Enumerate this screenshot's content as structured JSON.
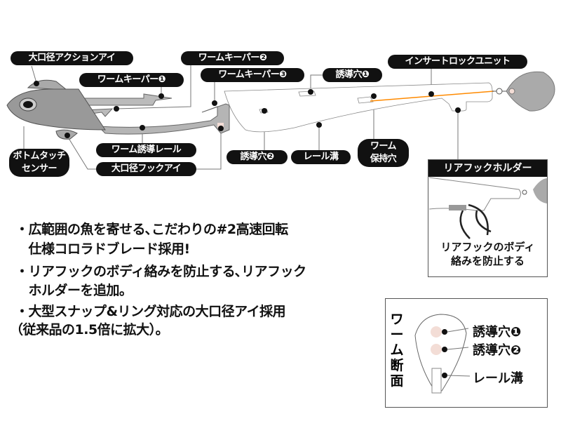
{
  "labels": {
    "action_eye": "大口径アクションアイ",
    "keeper1": "ワームキーパー❶",
    "keeper2": "ワームキーパー❷",
    "keeper3": "ワームキーパー❸",
    "guide_hole1": "誘導穴❶",
    "insert_lock": "インサートロックユニット",
    "bottom_touch_l1": "ボトムタッチ",
    "bottom_touch_l2": "センサー",
    "guide_rail": "ワーム誘導レール",
    "hook_eye": "大口径フックアイ",
    "guide_hole2": "誘導穴❷",
    "rail_groove": "レール溝",
    "hold_hole_l1": "ワーム",
    "hold_hole_l2": "保持穴"
  },
  "rear_hook_box": {
    "title": "リアフックホルダー",
    "caption_l1": "リアフックのボディ",
    "caption_l2": "絡みを防止する"
  },
  "section_box": {
    "title_chars": [
      "ワ",
      "ー",
      "ム",
      "断",
      "面"
    ],
    "hole1": "誘導穴❶",
    "hole2": "誘導穴❷",
    "groove": "レール溝"
  },
  "features": [
    "・広範囲の魚を寄せる､こだわりの#2高速回転",
    "　仕様コロラドブレード採用!",
    "・リアフックのボディ絡みを防止する､リアフック",
    "　ホルダーを追加。",
    "・大型スナップ&リング対応の大口径アイ採用",
    "（従来品の1.5倍に拡大）。"
  ],
  "colors": {
    "line": "#ff8a00",
    "metal": "#a9a9a9",
    "hole": "#f3ddd6"
  }
}
